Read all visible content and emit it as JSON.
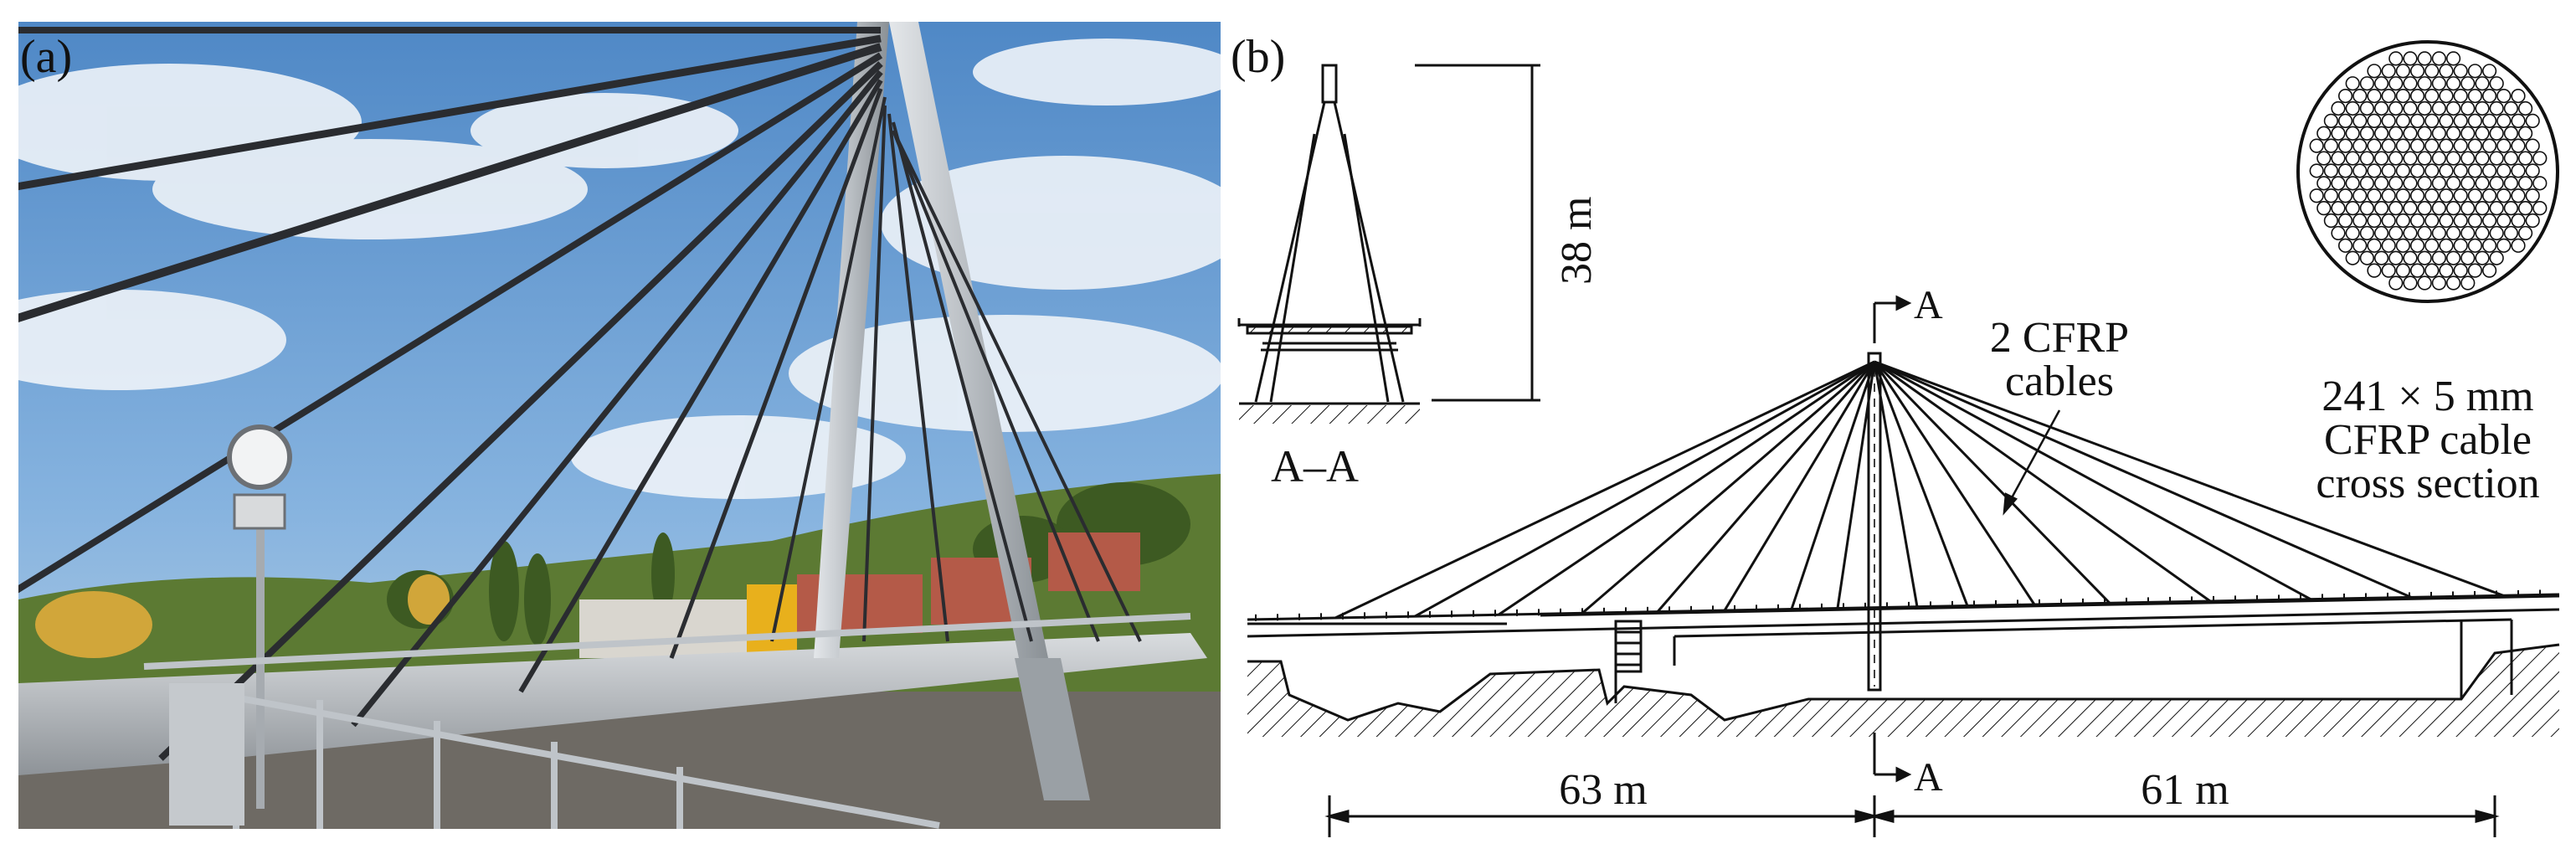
{
  "panels": {
    "a": {
      "label": "(a)"
    },
    "b": {
      "label": "(b)"
    }
  },
  "drawing": {
    "section_label": "A–A",
    "pylon_height": "38 m",
    "cut_marker": "A",
    "cable_label_line1": "2 CFRP",
    "cable_label_line2": "cables",
    "cross_section_line1": "241 × 5 mm",
    "cross_section_line2": "CFRP cable",
    "cross_section_line3": "cross section",
    "span_left": "63 m",
    "span_right": "61 m"
  },
  "colors": {
    "sky": "#5f97d0",
    "cloud": "#eef3f8",
    "steel": "#c3c8cd",
    "cable": "#2a2c30",
    "foliage": "#4c6a2c",
    "line": "#111111"
  }
}
